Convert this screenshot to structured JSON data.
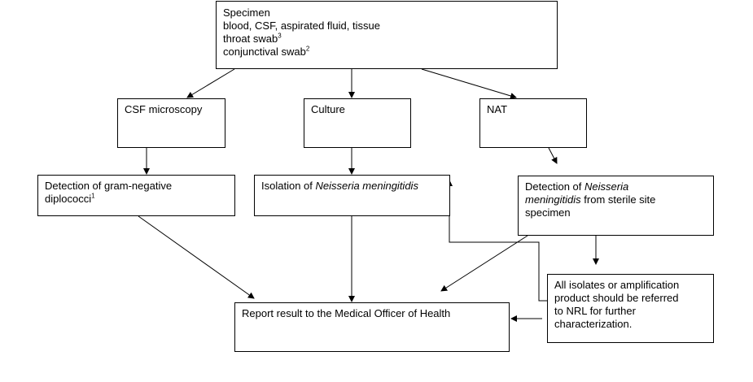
{
  "nodes": {
    "specimen": {
      "title": "Specimen",
      "line1": "blood, CSF, aspirated fluid, tissue",
      "line2": "throat swab",
      "line2_sup": "3",
      "line3": "conjunctival swab",
      "line3_sup": "2"
    },
    "csf_microscopy": {
      "label": "CSF microscopy"
    },
    "culture": {
      "label": "Culture"
    },
    "nat": {
      "label": "NAT"
    },
    "gram_negative": {
      "line1": "Detection of gram-negative",
      "line2": "diplococci",
      "line2_sup": "1"
    },
    "isolation": {
      "prefix": "Isolation of ",
      "organism": "Neisseria meningitidis"
    },
    "nat_detection": {
      "prefix": "Detection of ",
      "organism_a": "Neisseria",
      "organism_b": "meningitidis",
      "suffix": " from sterile site",
      "line3": "specimen"
    },
    "nrl_referral": {
      "line1": "All isolates or amplification",
      "line2": "product should be referred",
      "line3": "to NRL for further",
      "line4": "characterization."
    },
    "report": {
      "label": "Report result to the Medical Officer of Health"
    }
  },
  "colors": {
    "stroke": "#000000",
    "fill": "#ffffff"
  }
}
